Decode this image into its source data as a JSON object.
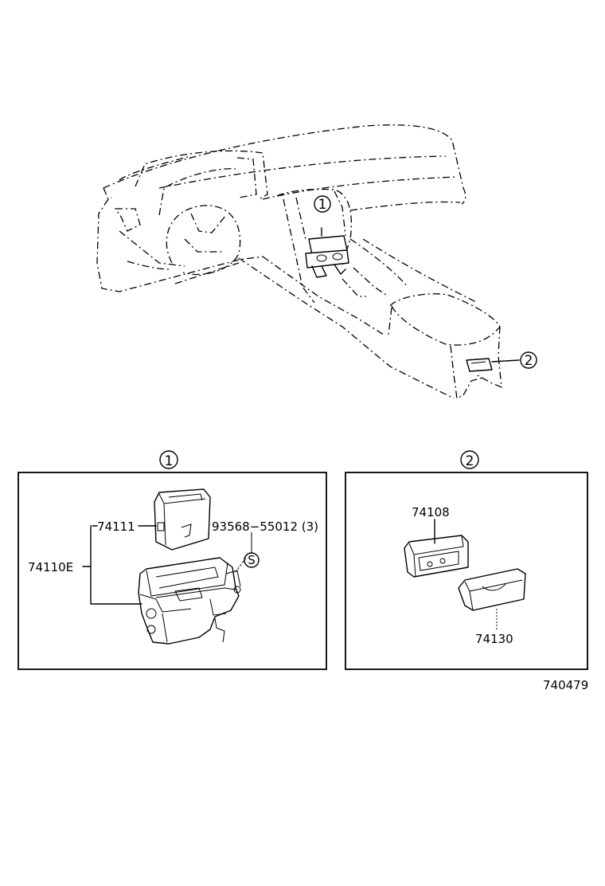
{
  "callouts": {
    "one": "1",
    "two": "2"
  },
  "panel_left": {
    "label_assembly": "74110E",
    "label_housing": "74111",
    "label_screw": "93568−55012 (3)",
    "screw_symbol": "S"
  },
  "panel_right": {
    "label_upper": "74108",
    "label_lower": "74130"
  },
  "diagram_number": "740479"
}
